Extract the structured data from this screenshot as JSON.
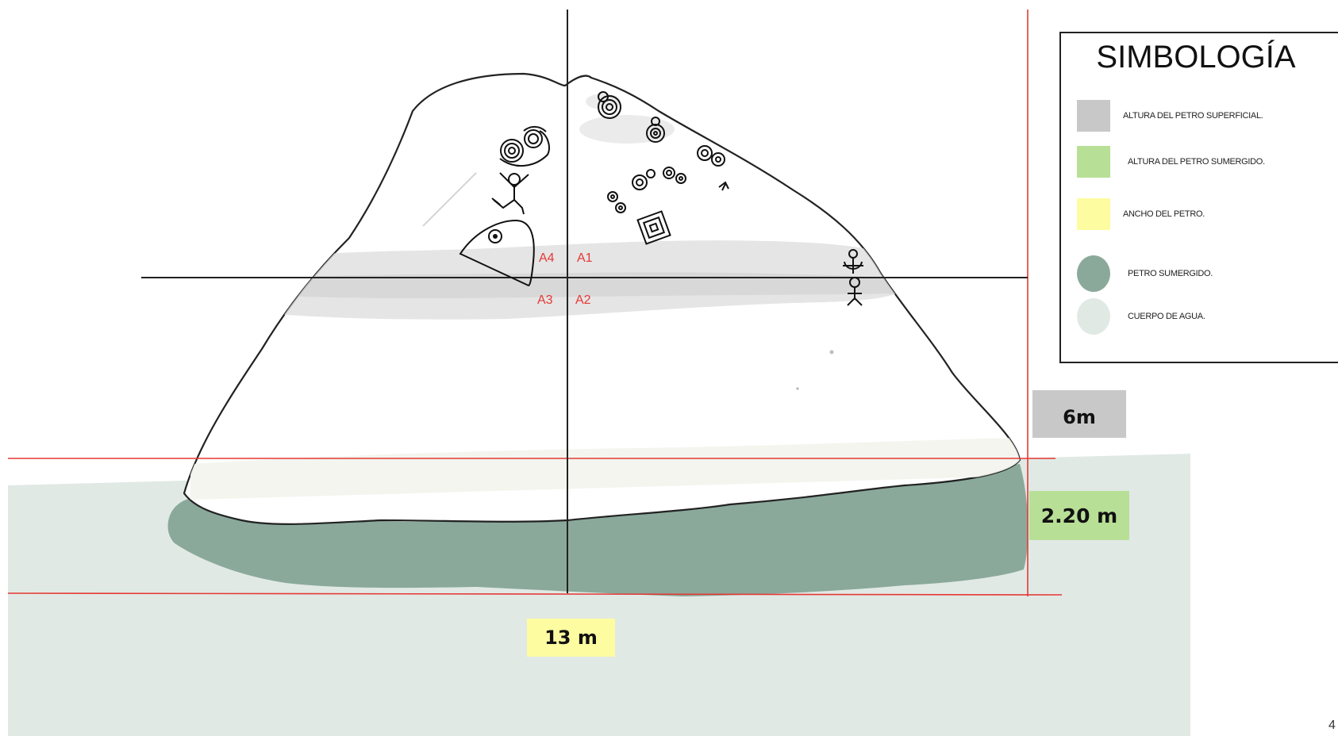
{
  "legend": {
    "title": "SIMBOLOGÍA",
    "items": [
      {
        "label": "ALTURA DEL PETRO SUPERFICIAL.",
        "color": "#c8c8c8",
        "shape": "square"
      },
      {
        "label": "ALTURA DEL PETRO SUMERGIDO.",
        "color": "#b8df96",
        "shape": "square"
      },
      {
        "label": "ANCHO DEL PETRO.",
        "color": "#fdfca0",
        "shape": "square"
      },
      {
        "label": "PETRO SUMERGIDO.",
        "color": "#8aa99b",
        "shape": "circle"
      },
      {
        "label": "CUERPO DE AGUA.",
        "color": "#e1e9e5",
        "shape": "circle"
      }
    ]
  },
  "measurements": {
    "height_surface": "6m",
    "height_submerged": "2.20 m",
    "width": "13 m"
  },
  "areas": {
    "a1": "A1",
    "a2": "A2",
    "a3": "A3",
    "a4": "A4"
  },
  "colors": {
    "water": "#e1e9e5",
    "submerged": "#8aa99b",
    "grey_band": "#dcdcdc",
    "reference_lines": "#e53935",
    "axes": "#222222"
  },
  "page_number": "4"
}
